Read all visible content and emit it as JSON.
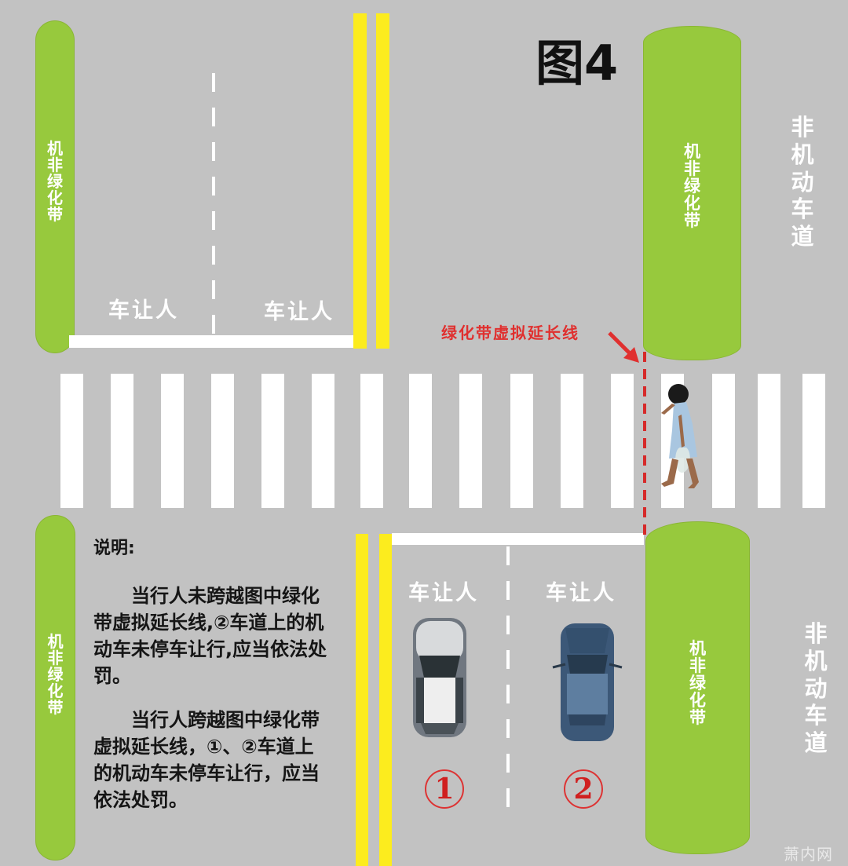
{
  "title": "图4",
  "colors": {
    "road": "#c2c2c2",
    "median_green": "#97c93d",
    "center_line_yellow": "#fcec1e",
    "marking_white": "#ffffff",
    "annotation_red": "#e0302f"
  },
  "medians": {
    "label_chars": [
      "机",
      "非",
      "绿",
      "化",
      "带"
    ],
    "label": "机非绿化带"
  },
  "non_motor_lane": {
    "label": "非机动车道",
    "chars": [
      "非",
      "机",
      "动",
      "车",
      "道"
    ]
  },
  "lanes": {
    "upper_left": "车让人",
    "upper_right": "车让人",
    "lower_left": "车让人",
    "lower_right": "车让人"
  },
  "virtual_line_label": "绿化带虚拟延长线",
  "lane_numbers": {
    "lane_1": "1",
    "lane_2": "2"
  },
  "explanation": {
    "heading": "说明:",
    "paragraph_1": "当行人未跨越图中绿化带虚拟延长线,②车道上的机动车未停车让行,应当依法处罚。",
    "paragraph_2": "当行人跨越图中绿化带虚拟延长线，①、②车道上的机动车未停车让行，应当依法处罚。"
  },
  "crosswalk": {
    "stripe_count": 16
  },
  "watermark": "萧内网"
}
